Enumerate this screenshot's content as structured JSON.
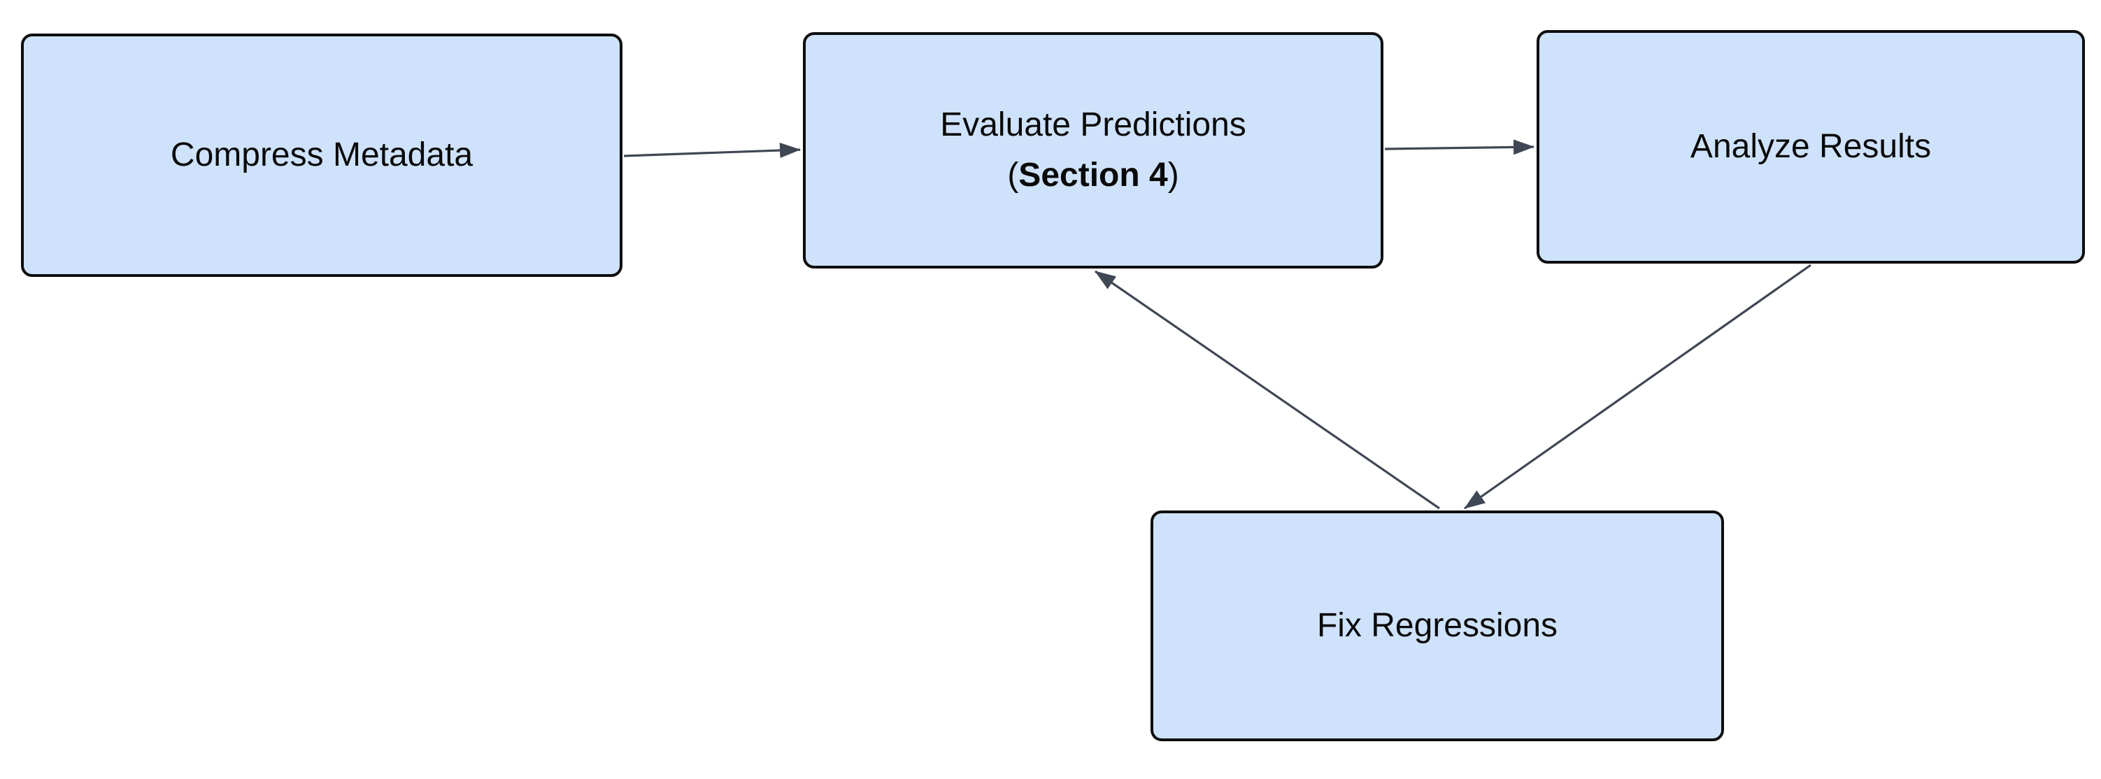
{
  "diagram": {
    "type": "flowchart",
    "colors": {
      "background": "#ffffff",
      "node_fill": "#cfe2fb",
      "node_border": "#0e0e0e",
      "arrow_color": "#404754",
      "text": "#0a0a0a"
    },
    "nodes": [
      {
        "id": "compress-metadata",
        "label": "Compress Metadata"
      },
      {
        "id": "evaluate-predictions",
        "label": "Evaluate Predictions",
        "subline_prefix": "(",
        "subline_bold": "Section 4",
        "subline_suffix": ")"
      },
      {
        "id": "analyze-results",
        "label": "Analyze Results"
      },
      {
        "id": "fix-regressions",
        "label": "Fix Regressions"
      }
    ],
    "edges": [
      {
        "from": "compress-metadata",
        "to": "evaluate-predictions"
      },
      {
        "from": "evaluate-predictions",
        "to": "analyze-results"
      },
      {
        "from": "analyze-results",
        "to": "fix-regressions"
      },
      {
        "from": "fix-regressions",
        "to": "evaluate-predictions"
      }
    ]
  }
}
